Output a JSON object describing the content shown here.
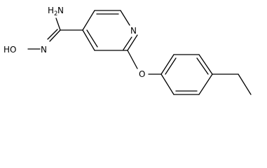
{
  "molecule": {
    "atom_labels": {
      "amide_n": "N",
      "amide_h": "H",
      "amide_h_count": "2",
      "hydroxyl": "HO",
      "oxime_n": "N",
      "pyridine_n": "N",
      "ether_o": "O"
    }
  },
  "colors": {
    "bond": "#000000",
    "text": "#000000",
    "background": "#ffffff"
  }
}
